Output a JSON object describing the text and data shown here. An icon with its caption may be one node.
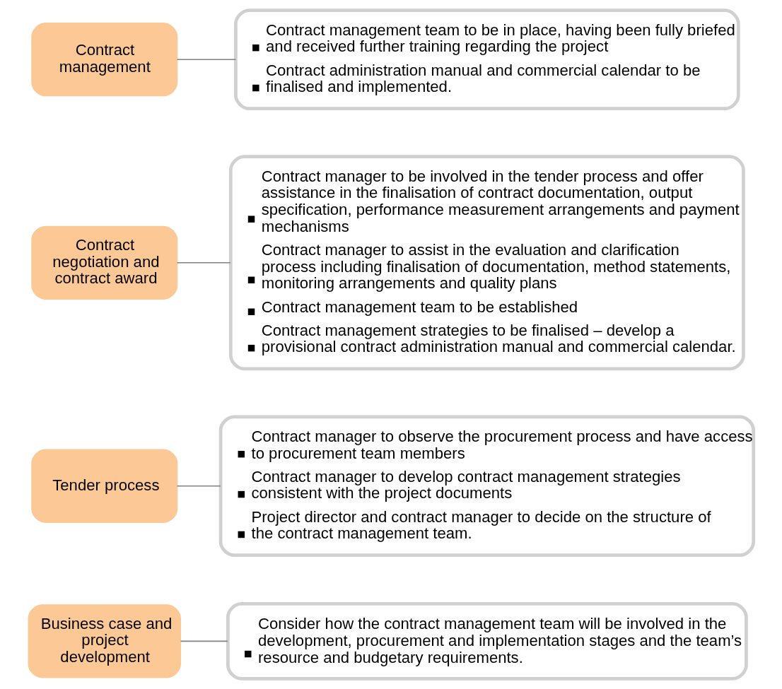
{
  "diagram": {
    "nodes": [
      {
        "text": [
          "Business case and project development"
        ]
      },
      {
        "text": [
          "Consider how the contract management team will be involved in the development, procurement and implementation stages and the team’s resource and budgetary requirements."
        ]
      },
      {
        "text": [
          "Tender process"
        ]
      },
      {
        "text": [
          "Contract manager to observe the procurement process and have access to procurement team members",
          "Contract manager to develop contract management strategies consistent with the project documents",
          "Project director and contract manager to decide on the structure of the contract management team."
        ]
      },
      {
        "text": [
          "Contract negotiation and contract award"
        ]
      },
      {
        "text": [
          "Contract manager to be involved in the tender process and offer assistance in the finalisation of contract documentation, output specification, performance measurement arrangements and payment mechanisms",
          "Contract manager to assist in the evaluation and clarification process including finalisation of documentation, method statements, monitoring arrangements and quality plans",
          "Contract management team to be established",
          "Contract management strategies to be finalised – develop a provisional contract administration manual and commercial calendar."
        ]
      },
      {
        "text": [
          "Contract management"
        ]
      },
      {
        "text": [
          "Contract management team to be in place, having been fully briefed and received further training regarding the project",
          "Contract administration manual and commercial calendar to be finalised and implemented."
        ]
      }
    ],
    "edges": [
      {
        "from": 0,
        "to": 1,
        "arrow": "none"
      },
      {
        "from": 2,
        "to": 3,
        "arrow": "none"
      },
      {
        "from": 4,
        "to": 5,
        "arrow": "none"
      },
      {
        "from": 6,
        "to": 7,
        "arrow": "none"
      }
    ]
  }
}
